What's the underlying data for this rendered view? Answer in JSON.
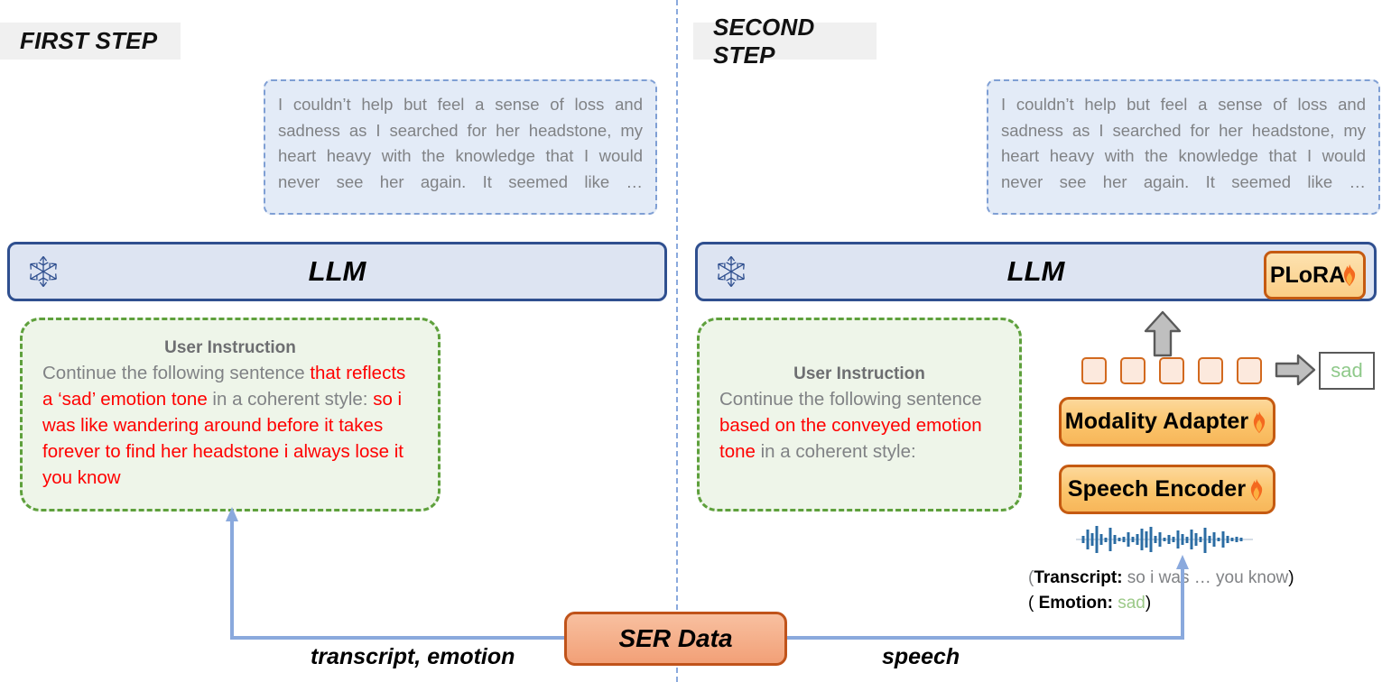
{
  "steps": {
    "first": {
      "chip_label": "FIRST STEP",
      "generated_text": "I couldn’t help but feel a sense of loss and sadness as I searched for her headstone, my heart heavy with the knowledge that I would never see her again. It seemed like …",
      "llm_label": "LLM",
      "instruction": {
        "title": "User Instruction",
        "seg1": "Continue the following sentence ",
        "seg2_red": "that reflects a ‘sad’ emotion tone",
        "seg3": " in a coherent style: ",
        "seg4_red": "so i was like wandering around before it takes forever to find her headstone i always lose it you know"
      }
    },
    "second": {
      "chip_label": "SECOND STEP",
      "generated_text": "I couldn’t help but feel a sense of loss and sadness as I searched for her headstone, my heart heavy with the knowledge that I would never see her again. It seemed like …",
      "llm_label": "LLM",
      "plora_label": "PLoRA",
      "instruction": {
        "title": "User Instruction",
        "seg1": "Continue the following sentence ",
        "seg2_red": "based on the conveyed emotion tone",
        "seg3": " in a coherent style:"
      },
      "modality_adapter_label": "Modality Adapter",
      "speech_encoder_label": "Speech Encoder",
      "sad_chip_label": "sad",
      "token_count": 5,
      "transcript_line": {
        "open": "(",
        "key": "Transcript:",
        "value": " so i was … you know",
        "close": ")"
      },
      "emotion_line": {
        "open": "( ",
        "key": "Emotion:",
        "value": " sad",
        "close": ")"
      }
    }
  },
  "data_node": {
    "label": "SER Data",
    "left_edge_label": "transcript, emotion",
    "right_edge_label": "speech"
  },
  "icons": {
    "snowflake": "snowflake-icon",
    "flame": "flame-icon",
    "waveform": "audio-waveform-icon",
    "up_arrow": "up-arrow-icon",
    "right_arrow": "right-arrow-icon"
  },
  "colors": {
    "llm_border": "#2f4f8f",
    "llm_fill": "#dde4f2",
    "gen_border": "#7f9fd4",
    "gen_fill": "#e3ebf7",
    "instr_border": "#5ea03c",
    "instr_fill": "#eef5e9",
    "module_border": "#c55a11",
    "module_fill": "#fbc46a",
    "ser_fill": "#f2a077",
    "highlight_red": "#ff0000",
    "emotion_green": "#9cc988",
    "flow_blue": "#8aa9dd"
  }
}
